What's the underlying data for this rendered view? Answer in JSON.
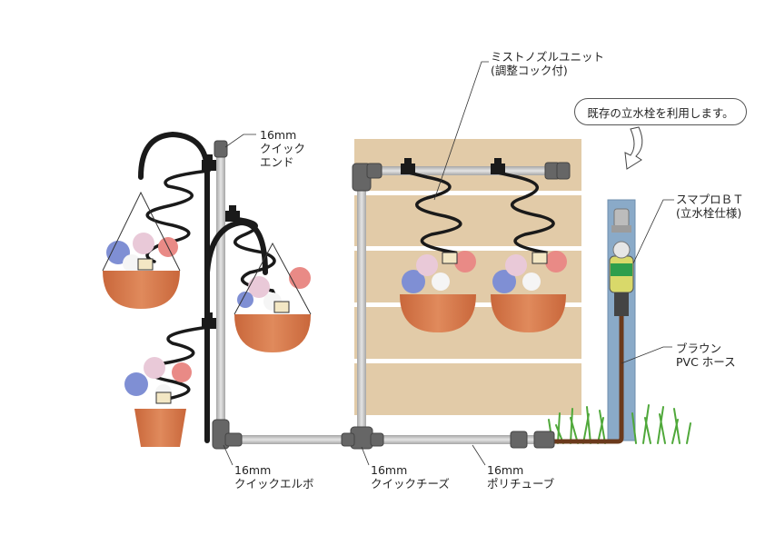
{
  "labels": {
    "quick_end": [
      "16mm",
      "クイック",
      "エンド"
    ],
    "mist_unit": [
      "ミストノズルユニット",
      "(調整コック付)"
    ],
    "faucet_note": "既存の立水栓を利用します。",
    "sumapuro": [
      "スマプロＢＴ",
      "(立水栓仕様)"
    ],
    "brown_hose": [
      "ブラウン",
      "PVC ホース"
    ],
    "quick_elbow": [
      "16mm",
      "クイックエルボ"
    ],
    "quick_tees": [
      "16mm",
      "クイックチーズ"
    ],
    "poly_tube": [
      "16mm",
      "ポリチューブ"
    ]
  },
  "colors": {
    "tube": "#d4d4d4",
    "tube_edge": "#9a9a9a",
    "fitting": "#666666",
    "wood": "#e2cba8",
    "pot": "#d77a4e",
    "hose": "#1a1a1a",
    "brown": "#6b3a1c",
    "post": "#8aaac8",
    "grass": "#4fa83a"
  }
}
